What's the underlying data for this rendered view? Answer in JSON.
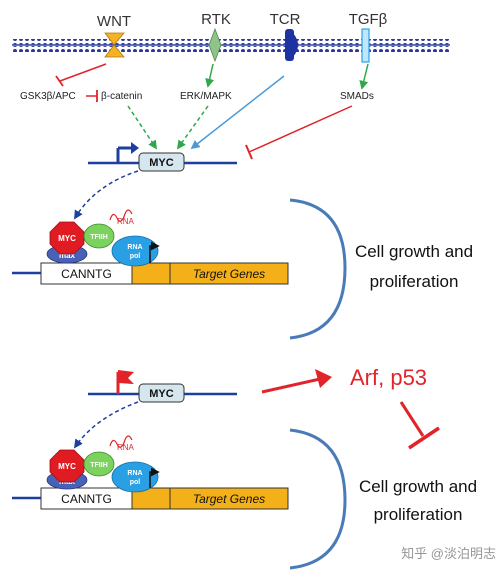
{
  "membrane": {
    "receptors": {
      "wnt": "WNT",
      "rtk": "RTK",
      "tcr": "TCR",
      "tgfb": "TGFβ"
    }
  },
  "signals": {
    "gsk": "GSK3β/APC",
    "bcatenin": "β-catenin",
    "erk": "ERK/MAPK",
    "smads": "SMADs"
  },
  "gene": {
    "myc_label": "MYC"
  },
  "complex": {
    "myc": "MYC",
    "max": "max",
    "tfiih": "TFIIH",
    "rna": "RNA",
    "pol_line1": "RNA",
    "pol_line2": "pol",
    "canntg": "CANNTG",
    "target": "Target Genes"
  },
  "outcome": {
    "line1": "Cell growth and",
    "line2": "proliferation"
  },
  "lower": {
    "arf": "Arf, p53"
  },
  "watermark": "知乎 @淡泊明志"
}
